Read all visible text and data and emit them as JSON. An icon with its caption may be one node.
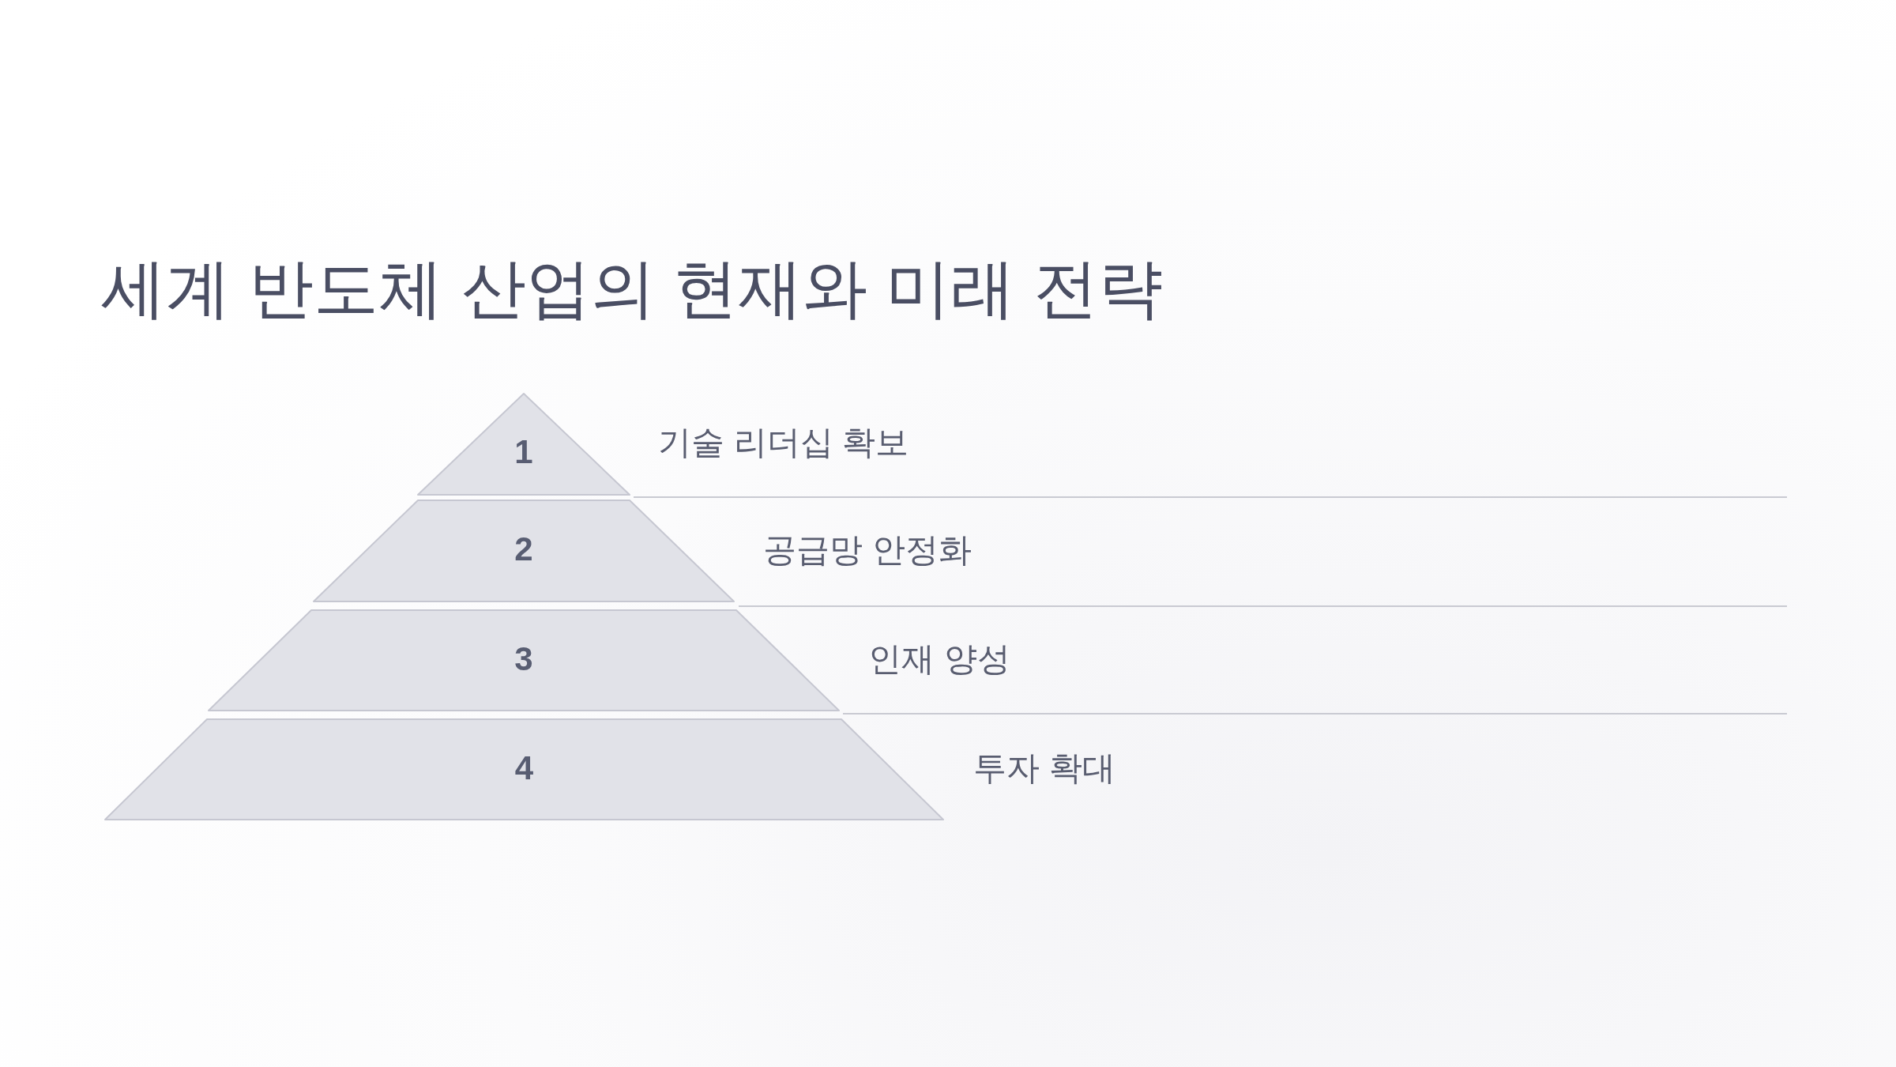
{
  "diagram": {
    "title": "세계 반도체 산업의 현재와 미래 전략",
    "nodes": [
      {
        "text": [
          "1"
        ],
        "beside": [
          "기술 리더십 확보"
        ]
      },
      {
        "text": [
          "2"
        ],
        "beside": [
          "공급망 안정화"
        ]
      },
      {
        "text": [
          "3"
        ],
        "beside": [
          "인재 양성"
        ]
      },
      {
        "text": [
          "4"
        ],
        "beside": [
          "투자 확대"
        ]
      }
    ]
  }
}
